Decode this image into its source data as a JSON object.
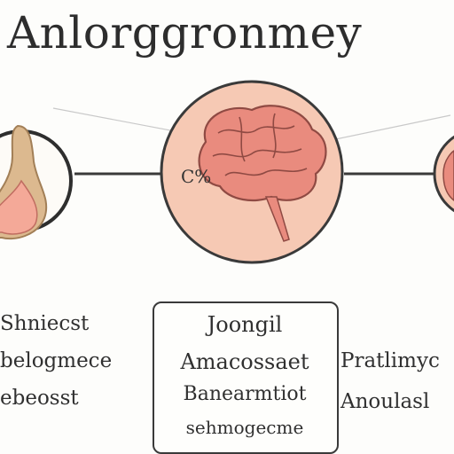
{
  "title": "Anlorggronmey",
  "center_circle_mark": "C%",
  "columns": {
    "left": [
      "Shniecst",
      "belogmece",
      "ebeosst"
    ],
    "middle": [
      "Joongil",
      "Amacossaet",
      "Banearmtiot",
      "sehmogecme"
    ],
    "right": [
      "Pratlimyc",
      "Anoulasl"
    ]
  },
  "colors": {
    "line": "#3a3a3a",
    "circle_fill": "#f6c9b4",
    "brain": "#e98b7e",
    "brain_outline": "#8f4a43",
    "gland": "#f4a998"
  }
}
